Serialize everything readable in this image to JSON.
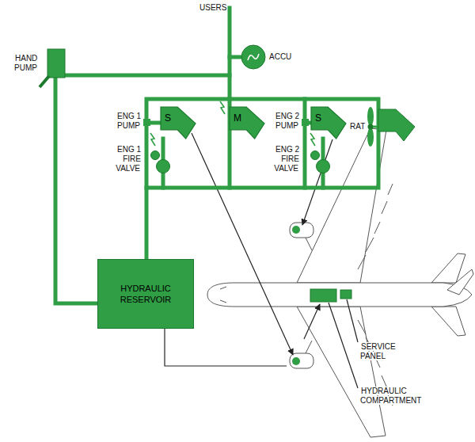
{
  "diagram": {
    "nodes": [
      {
        "text": [
          "S"
        ]
      },
      {
        "text": [
          "M"
        ]
      },
      {
        "text": [
          "S"
        ]
      },
      {
        "text": [
          "HYDRAULIC RESERVOIR"
        ]
      }
    ],
    "labels": [
      "USERS",
      "ACCU",
      "HAND PUMP",
      "ENG 1 PUMP",
      "ENG 1 FIRE VALVE",
      "ENG 2 PUMP",
      "ENG 2 FIRE VALVE",
      "RAT",
      "SERVICE PANEL",
      "HYDRAULIC COMPARTMENT"
    ]
  }
}
